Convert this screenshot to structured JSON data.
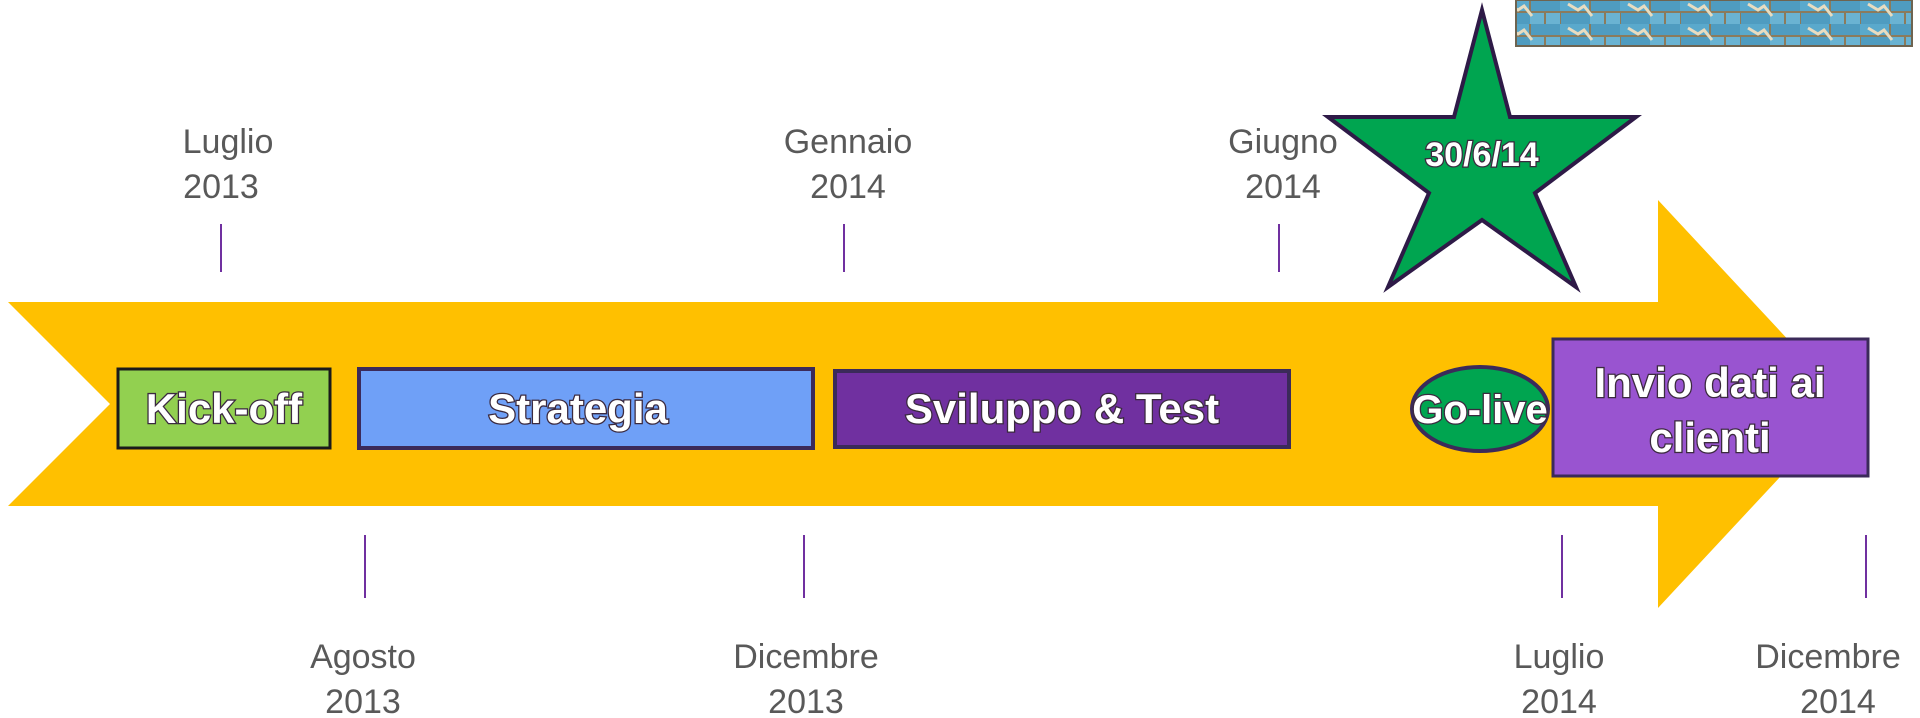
{
  "colors": {
    "arrow": "#FFC000",
    "kickoff": "#92D050",
    "strategia": "#6FA0F7",
    "sviluppo": "#7030A0",
    "golive": "#00A550",
    "invio": "#9954D0",
    "star": "#00A550",
    "tick": "#7030A0"
  },
  "top_ticks": [
    {
      "month": "Luglio",
      "year": "2013"
    },
    {
      "month": "Gennaio",
      "year": "2014"
    },
    {
      "month": "Giugno",
      "year": "2014"
    }
  ],
  "bottom_ticks": [
    {
      "month": "Agosto",
      "year": "2013"
    },
    {
      "month": "Dicembre",
      "year": "2013"
    },
    {
      "month": "Luglio",
      "year": "2014"
    },
    {
      "month": "Dicembre",
      "year": "2014"
    }
  ],
  "phases": {
    "kickoff": "Kick-off",
    "strategia": "Strategia",
    "sviluppo": "Sviluppo & Test",
    "golive": "Go-live",
    "invio_line1": "Invio dati ai",
    "invio_line2": "clienti"
  },
  "milestone": "30/6/14"
}
